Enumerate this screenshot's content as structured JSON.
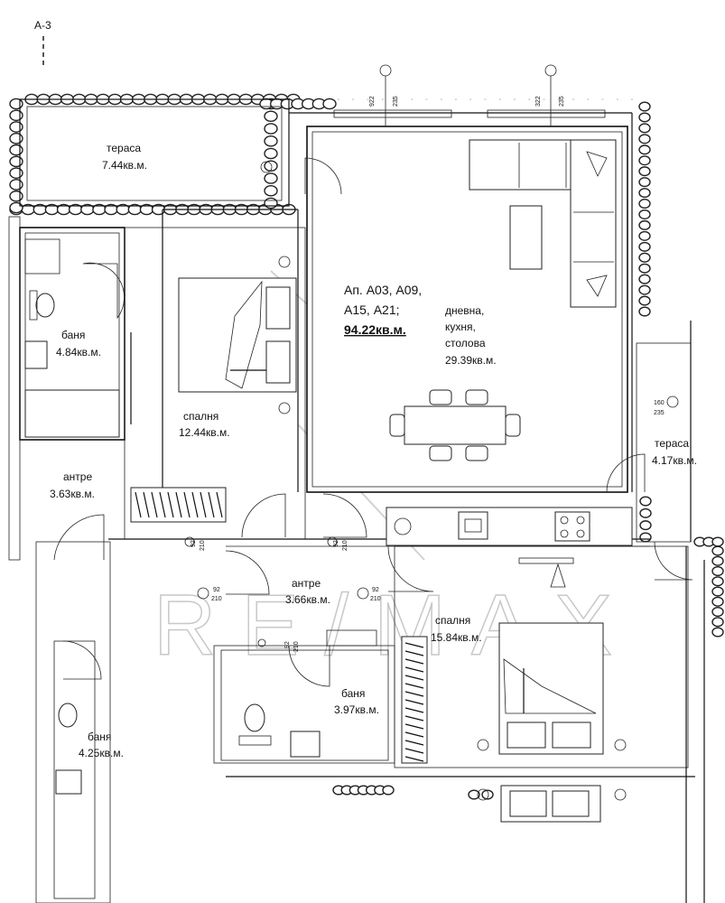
{
  "plan": {
    "section_mark": "A-3",
    "apartment": {
      "line1": "Ап. А03, А09,",
      "line2": "А15, А21;",
      "total_area": "94.22кв.м."
    },
    "rooms": [
      {
        "id": "terrace-top",
        "name": "тераса",
        "area": "7.44кв.м."
      },
      {
        "id": "living",
        "name1": "дневна,",
        "name2": "кухня,",
        "name3": "столова",
        "area": "29.39кв.м."
      },
      {
        "id": "bath-left",
        "name": "баня",
        "area": "4.84кв.м."
      },
      {
        "id": "bedroom-1",
        "name": "спалня",
        "area": "12.44кв.м."
      },
      {
        "id": "hall-left",
        "name": "антре",
        "area": "3.63кв.м."
      },
      {
        "id": "terrace-right",
        "name": "тераса",
        "area": "4.17кв.м."
      },
      {
        "id": "hall-center",
        "name": "антре",
        "area": "3.66кв.м."
      },
      {
        "id": "bedroom-2",
        "name": "спалня",
        "area": "15.84кв.м."
      },
      {
        "id": "bath-center",
        "name": "баня",
        "area": "3.97кв.м."
      },
      {
        "id": "bath-bottom",
        "name": "баня",
        "area": "4.25кв.м."
      }
    ],
    "dims": {
      "win1_a": "922",
      "win1_b": "235",
      "win2_a": "322",
      "win2_b": "235",
      "win3_a": "160",
      "win3_b": "235",
      "door_92": "92",
      "door_210": "210"
    },
    "watermark": "RE/MAX",
    "watermark_mark": "R"
  }
}
